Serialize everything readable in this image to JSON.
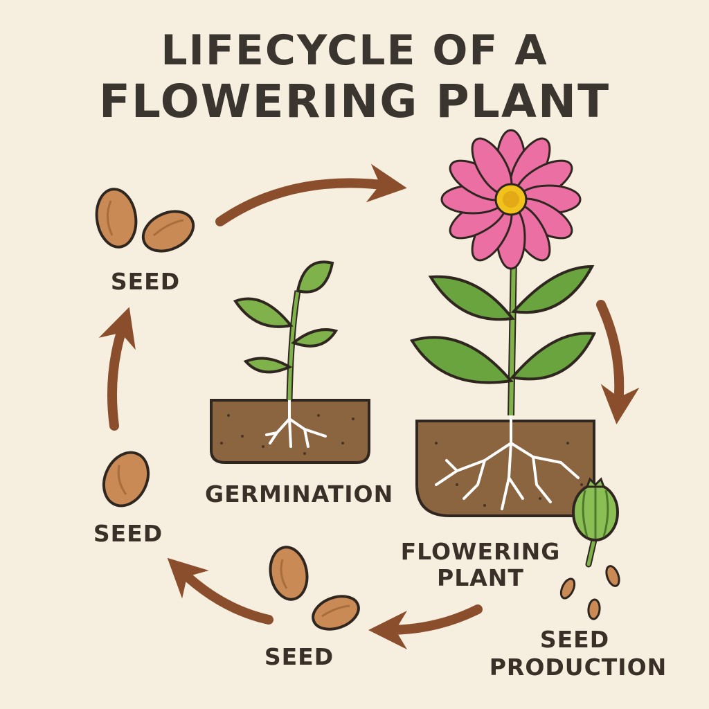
{
  "title": {
    "line1": "LIFECYCLE OF A",
    "line2": "FLOWERING PLANT"
  },
  "stages": {
    "seed_top": "SEED",
    "germination": "GERMINATION",
    "flowering_line1": "FLOWERING",
    "flowering_line2": "PLANT",
    "seed_production_line1": "SEED",
    "seed_production_line2": "PRODUCTION",
    "seed_bottom": "SEED",
    "seed_left": "SEED"
  },
  "colors": {
    "background": "#f6efdf",
    "arrow": "#8a4e2c",
    "seed": "#c98a55",
    "soil": "#8b6440",
    "leaf": "#7fb24a",
    "petal": "#ec6fa4",
    "center": "#f1c21b",
    "root": "#ffffff"
  }
}
